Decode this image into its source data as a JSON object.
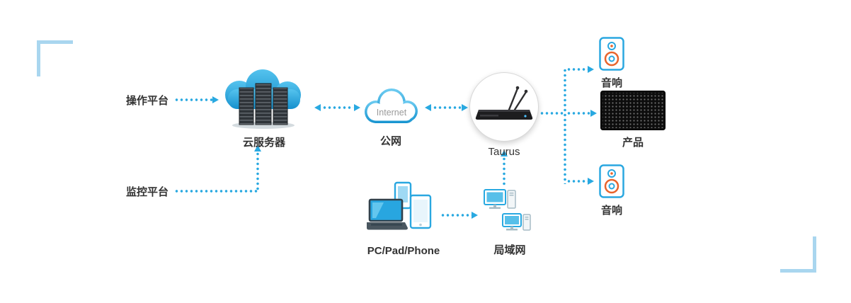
{
  "title": "Taurus cloud networking diagram",
  "colors": {
    "arrow_blue": "#29a9e1",
    "bracket_blue": "#a9d6ef",
    "text": "#333333",
    "accent_orange": "#e8642c",
    "cloud_blue_light": "#55c3ee",
    "cloud_blue_dark": "#1590cd"
  },
  "icons": {
    "cloud_server": "cloud-server-icon",
    "public_network": "internet-cloud-icon",
    "taurus": "taurus-device-icon",
    "speaker": "speaker-icon",
    "product": "led-display-icon",
    "pc_pad_phone": "devices-icon",
    "lan": "lan-computers-icon"
  },
  "nodes": {
    "operation_platform": {
      "label": "操作平台"
    },
    "monitoring_platform": {
      "label": "监控平台"
    },
    "cloud_server": {
      "label": "云服务器"
    },
    "public_network": {
      "label": "公网",
      "icon_text": "Internet"
    },
    "taurus": {
      "label": "Taurus"
    },
    "speaker_top": {
      "label": "音响"
    },
    "product": {
      "label": "产品"
    },
    "speaker_bottom": {
      "label": "音响"
    },
    "pc_pad_phone": {
      "label": "PC/Pad/Phone"
    },
    "lan": {
      "label": "局域网"
    }
  },
  "connections": [
    {
      "from": "operation_platform",
      "to": "cloud_server",
      "style": "dotted",
      "arrows": "right"
    },
    {
      "from": "cloud_server",
      "to": "public_network",
      "style": "dotted",
      "arrows": "both"
    },
    {
      "from": "public_network",
      "to": "taurus",
      "style": "dotted",
      "arrows": "both"
    },
    {
      "from": "taurus",
      "to": "speaker_top",
      "style": "dotted",
      "arrows": "right"
    },
    {
      "from": "taurus",
      "to": "product",
      "style": "dotted",
      "arrows": "right"
    },
    {
      "from": "taurus",
      "to": "speaker_bottom",
      "style": "dotted",
      "arrows": "right"
    },
    {
      "from": "monitoring_platform",
      "to": "cloud_server",
      "style": "dotted",
      "arrows": "up"
    },
    {
      "from": "pc_pad_phone",
      "to": "lan",
      "style": "dotted",
      "arrows": "right"
    },
    {
      "from": "lan",
      "to": "taurus",
      "style": "dotted",
      "arrows": "up"
    }
  ]
}
